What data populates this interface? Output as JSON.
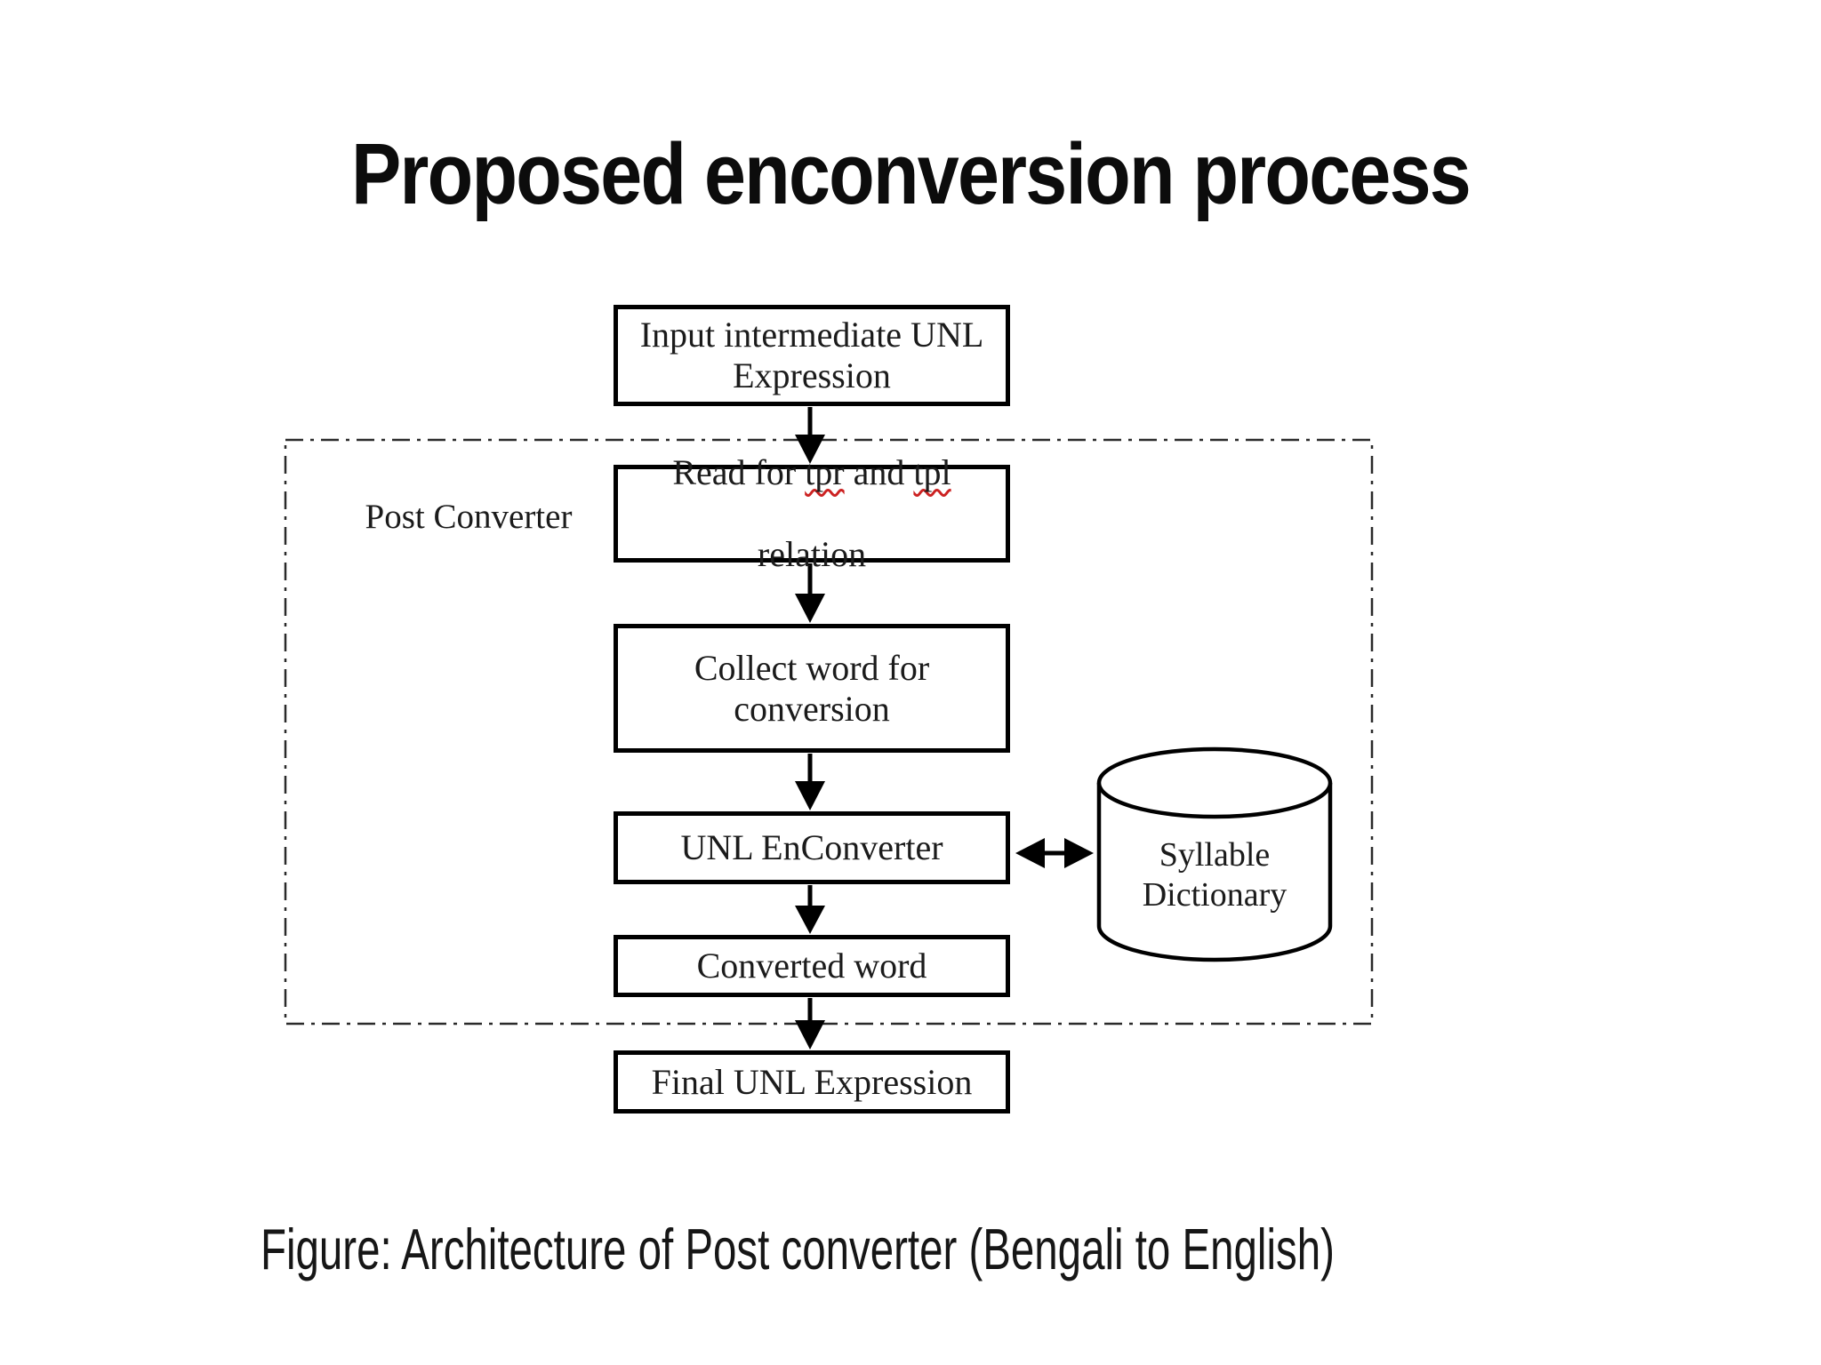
{
  "slide": {
    "title": "Proposed enconversion process",
    "caption": "Figure: Architecture of Post converter (Bengali to English)"
  },
  "diagram": {
    "container_label": "Post Converter",
    "nodes": {
      "input": "Input intermediate UNL\nExpression",
      "read_line1_prefix": "Read for ",
      "read_word1": "tpr",
      "read_line1_mid": " and ",
      "read_word2": "tpl",
      "read_line2": "relation",
      "collect": "Collect word for\nconversion",
      "enconverter": "UNL EnConverter",
      "converted": "Converted word",
      "final_expression": "Final UNL Expression",
      "dictionary": "Syllable\nDictionary"
    }
  },
  "colors": {
    "ink": "#1b1b1b",
    "line": "#000000",
    "squiggle": "#cc2222",
    "background": "#ffffff"
  }
}
